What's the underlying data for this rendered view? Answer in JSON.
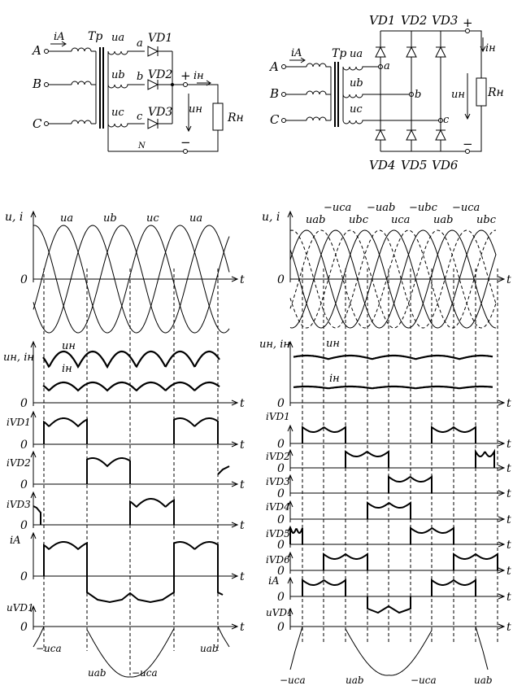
{
  "circuit_left": {
    "phase_labels": [
      "A",
      "B",
      "C"
    ],
    "current_label": "iA",
    "transformer_label": "Tp",
    "secondary_labels": [
      "ua",
      "ub",
      "uc"
    ],
    "node_labels": [
      "a",
      "b",
      "c"
    ],
    "diode_labels": [
      "VD1",
      "VD2",
      "VD3"
    ],
    "neutral_label": "N",
    "plus": "+",
    "minus": "−",
    "load_current": "iн",
    "load_voltage": "uн",
    "load": "Rн"
  },
  "circuit_right": {
    "phase_labels": [
      "A",
      "B",
      "C"
    ],
    "current_label": "iA",
    "transformer_label": "Tp",
    "secondary_labels": [
      "ua",
      "ub",
      "uc"
    ],
    "node_labels": [
      "a",
      "b",
      "c"
    ],
    "diode_labels_top": [
      "VD1",
      "VD2",
      "VD3"
    ],
    "diode_labels_bottom": [
      "VD4",
      "VD5",
      "VD6"
    ],
    "plus": "+",
    "minus": "−",
    "load_current": "iн",
    "load_voltage": "uн",
    "load": "Rн"
  },
  "plots_left": {
    "top_axis_label": "u, i",
    "top_curve_labels": [
      "ua",
      "ub",
      "uc",
      "ua"
    ],
    "load_axis_label": "uн, iн",
    "load_voltage_label": "uн",
    "load_current_label": "iн",
    "row_labels": [
      "iVD1",
      "iVD2",
      "iVD3",
      "iA",
      "uVD1"
    ],
    "zero": "0",
    "time": "t",
    "bottom_labels": [
      "−uca",
      "uab",
      "−uca",
      "uab"
    ]
  },
  "plots_right": {
    "top_axis_label": "u, i",
    "top_curve_labels_upper": [
      "−uca",
      "−uab",
      "−ubc",
      "−uca"
    ],
    "top_curve_labels_lower": [
      "uab",
      "ubc",
      "uca",
      "uab",
      "ubc"
    ],
    "load_axis_label": "uн, iн",
    "load_voltage_label": "uн",
    "load_current_label": "iн",
    "row_labels": [
      "iVD1",
      "iVD2",
      "iVD3",
      "iVD4",
      "iVD5",
      "iVD6",
      "iA",
      "uVD1"
    ],
    "zero": "0",
    "time": "t",
    "bottom_labels": [
      "−uca",
      "uab",
      "−uca",
      "uab"
    ]
  }
}
